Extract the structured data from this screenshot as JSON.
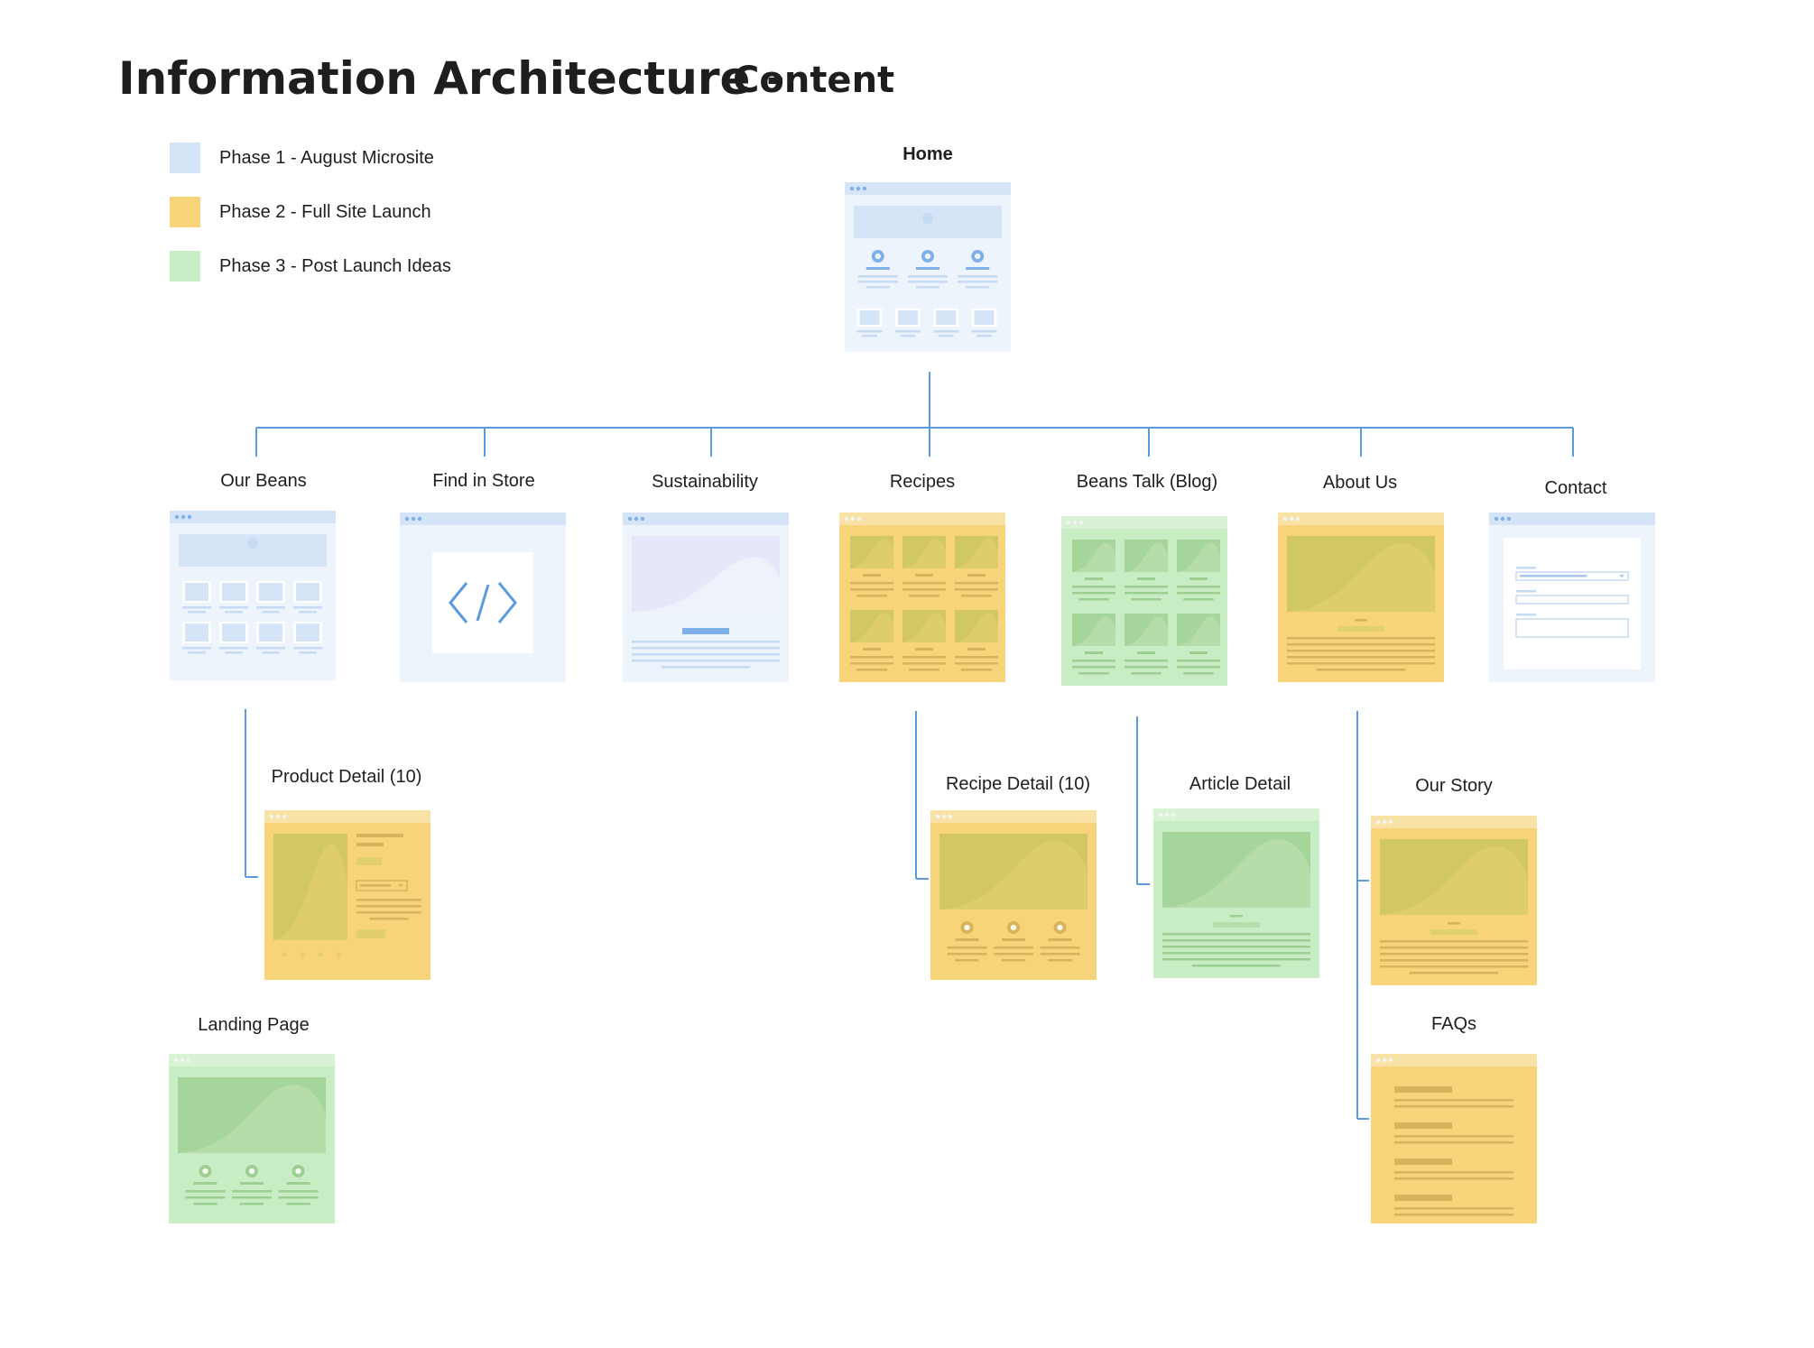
{
  "header": {
    "title": "Information Architecture -",
    "subtitle": "Content"
  },
  "colors": {
    "phase1": "#d5e4f7",
    "phase2": "#f7d37a",
    "phase3": "#c8ecc4",
    "connector": "#5a9be0"
  },
  "legend": [
    {
      "phase": "phase1",
      "label": "Phase 1 - August Microsite"
    },
    {
      "phase": "phase2",
      "label": "Phase 2 - Full Site Launch"
    },
    {
      "phase": "phase3",
      "label": "Phase 3 - Post Launch Ideas"
    }
  ],
  "pages": {
    "home": {
      "label": "Home",
      "phase": "phase1",
      "layout": "home-icon"
    },
    "our_beans": {
      "label": "Our Beans",
      "phase": "phase1",
      "layout": "product-grid"
    },
    "find_in_store": {
      "label": "Find in Store",
      "phase": "phase1",
      "layout": "embed-code"
    },
    "sustainability": {
      "label": "Sustainability",
      "phase": "phase1",
      "layout": "hero-article"
    },
    "recipes": {
      "label": "Recipes",
      "phase": "phase2",
      "layout": "card-grid"
    },
    "beans_talk": {
      "label": "Beans Talk (Blog)",
      "phase": "phase3",
      "layout": "card-grid"
    },
    "about_us": {
      "label": "About Us",
      "phase": "phase2",
      "layout": "hero-article"
    },
    "contact": {
      "label": "Contact",
      "phase": "phase1",
      "layout": "form"
    },
    "product_detail": {
      "label": "Product Detail (10)",
      "phase": "phase2",
      "layout": "product-detail"
    },
    "landing_page": {
      "label": "Landing Page",
      "phase": "phase3",
      "layout": "hero-icons"
    },
    "recipe_detail": {
      "label": "Recipe Detail (10)",
      "phase": "phase2",
      "layout": "hero-icons"
    },
    "article_detail": {
      "label": "Article Detail",
      "phase": "phase3",
      "layout": "hero-article"
    },
    "our_story": {
      "label": "Our Story",
      "phase": "phase2",
      "layout": "hero-article"
    },
    "faqs": {
      "label": "FAQs",
      "phase": "phase2",
      "layout": "faq-list"
    }
  }
}
